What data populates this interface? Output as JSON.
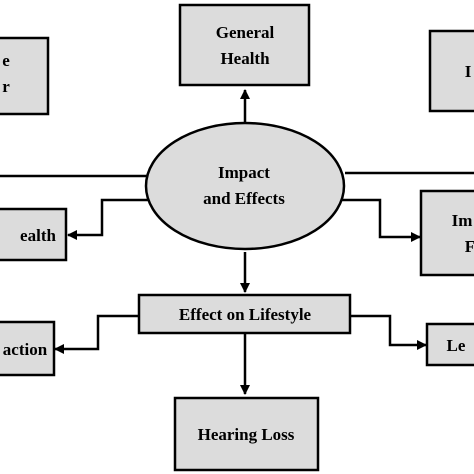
{
  "colors": {
    "box_fill": "#dcdcdc",
    "stroke": "#000000",
    "background": "#ffffff"
  },
  "diagram": {
    "center": {
      "line1": "Impact",
      "line2": "and Effects"
    },
    "general_health": {
      "line1": "General",
      "line2": "Health"
    },
    "top_left": {
      "line1": "e",
      "line2": "r"
    },
    "top_right": {
      "line1": "I"
    },
    "left_health": {
      "line1": "ealth"
    },
    "right_impact": {
      "line1": "Im",
      "line2": "F"
    },
    "lifestyle": {
      "line1": "Effect on Lifestyle"
    },
    "interaction": {
      "line1": "action"
    },
    "right_le": {
      "line1": "Le"
    },
    "hearing_loss": {
      "line1": "Hearing Loss"
    }
  }
}
